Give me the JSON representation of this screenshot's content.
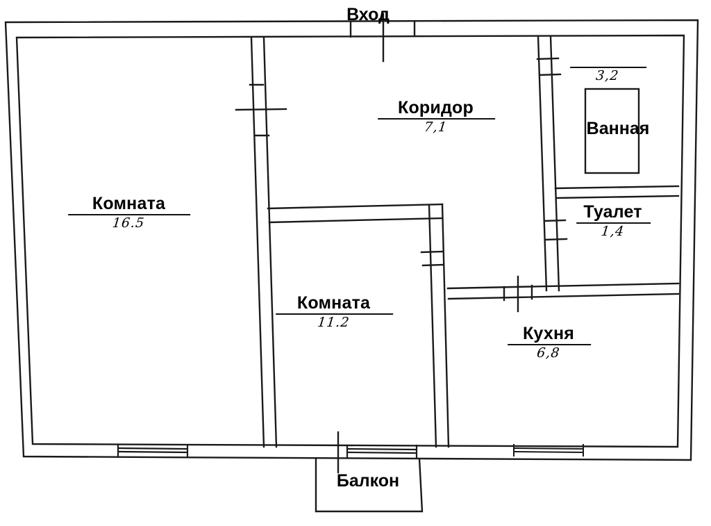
{
  "document": {
    "type": "apartment-floor-plan",
    "language": "ru",
    "background_color": "#ffffff",
    "line_color": "#1a1a1a"
  },
  "entrance": {
    "label": "Вход"
  },
  "balcony": {
    "label": "Балкон"
  },
  "rooms": [
    {
      "key": "room_big",
      "name": "Комната",
      "area": "16.5"
    },
    {
      "key": "corridor",
      "name": "Коридор",
      "area": "7,1"
    },
    {
      "key": "room_small",
      "name": "Комната",
      "area": "11.2"
    },
    {
      "key": "bathroom",
      "name": "Ванная",
      "area": "3,2"
    },
    {
      "key": "toilet",
      "name": "Туалет",
      "area": "1,4"
    },
    {
      "key": "kitchen",
      "name": "Кухня",
      "area": "6,8"
    }
  ]
}
